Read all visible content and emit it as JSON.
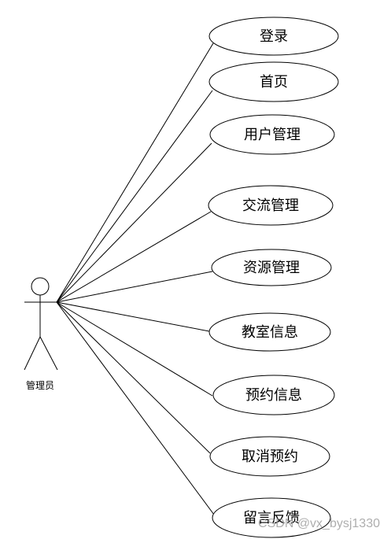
{
  "diagram": {
    "type": "use-case",
    "actor": {
      "label": "管理员"
    },
    "use_cases": [
      {
        "id": "login",
        "label": "登录"
      },
      {
        "id": "home",
        "label": "首页"
      },
      {
        "id": "user-management",
        "label": "用户管理"
      },
      {
        "id": "exchange-management",
        "label": "交流管理"
      },
      {
        "id": "resource-management",
        "label": "资源管理"
      },
      {
        "id": "classroom-info",
        "label": "教室信息"
      },
      {
        "id": "reservation-info",
        "label": "预约信息"
      },
      {
        "id": "cancel-reservation",
        "label": "取消预约"
      },
      {
        "id": "feedback",
        "label": "留言反馈"
      }
    ]
  },
  "watermark": {
    "text": "CSDN @vx_bysj1330"
  },
  "colors": {
    "stroke": "#000000",
    "background": "#ffffff",
    "watermark": "#9a9a9a"
  }
}
